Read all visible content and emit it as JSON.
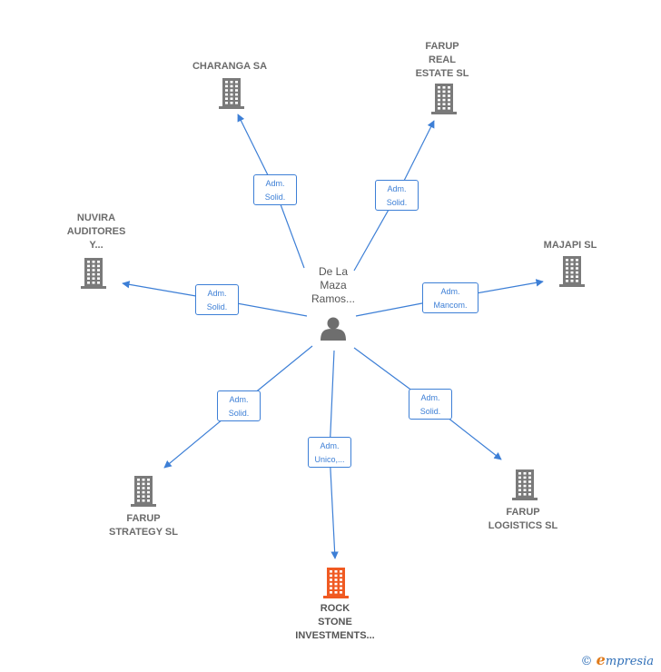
{
  "person": {
    "name": "De La\nMaza\nRamos..."
  },
  "companies": [
    {
      "id": "charanga",
      "name": "CHARANGA SA",
      "role": "Adm.\nSolid.",
      "highlight": false
    },
    {
      "id": "farup-real-estate",
      "name": "FARUP\nREAL\nESTATE  SL",
      "role": "Adm.\nSolid.",
      "highlight": false
    },
    {
      "id": "nuvira",
      "name": "NUVIRA\nAUDITORES\nY...",
      "role": "Adm.\nSolid.",
      "highlight": false
    },
    {
      "id": "majapi",
      "name": "MAJAPI SL",
      "role": "Adm.\nMancom.",
      "highlight": false
    },
    {
      "id": "farup-strategy",
      "name": "FARUP\nSTRATEGY  SL",
      "role": "Adm.\nSolid.",
      "highlight": false
    },
    {
      "id": "farup-logistics",
      "name": "FARUP\nLOGISTICS  SL",
      "role": "Adm.\nSolid.",
      "highlight": false
    },
    {
      "id": "rock-stone",
      "name": "ROCK\nSTONE\nINVESTMENTS...",
      "role": "Adm.\nUnico,...",
      "highlight": true
    }
  ],
  "colors": {
    "edge": "#3d7fd6",
    "building": "#7a7a7a",
    "building_highlight": "#f05a22",
    "person": "#6e6e6e"
  },
  "footer": {
    "copyright": "©",
    "brand_initial": "e",
    "brand_rest": "mpresia"
  }
}
